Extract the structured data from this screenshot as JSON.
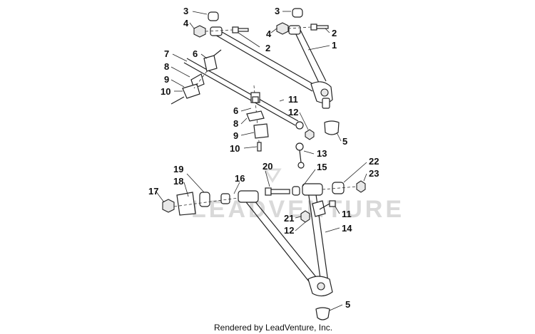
{
  "diagram": {
    "watermark": "LEADVENTURE",
    "footer": "Rendered by LeadVenture, Inc.",
    "callouts": [
      {
        "id": "c3a",
        "text": "3"
      },
      {
        "id": "c4a",
        "text": "4"
      },
      {
        "id": "c3b",
        "text": "3"
      },
      {
        "id": "c4b",
        "text": "4"
      },
      {
        "id": "c2a",
        "text": "2"
      },
      {
        "id": "c2b",
        "text": "2"
      },
      {
        "id": "c1",
        "text": "1"
      },
      {
        "id": "c7",
        "text": "7"
      },
      {
        "id": "c6a",
        "text": "6"
      },
      {
        "id": "c8a",
        "text": "8"
      },
      {
        "id": "c9a",
        "text": "9"
      },
      {
        "id": "c10a",
        "text": "10"
      },
      {
        "id": "c11a",
        "text": "11"
      },
      {
        "id": "c12a",
        "text": "12"
      },
      {
        "id": "c6b",
        "text": "6"
      },
      {
        "id": "c8b",
        "text": "8"
      },
      {
        "id": "c9b",
        "text": "9"
      },
      {
        "id": "c10b",
        "text": "10"
      },
      {
        "id": "c5a",
        "text": "5"
      },
      {
        "id": "c13",
        "text": "13"
      },
      {
        "id": "c19",
        "text": "19"
      },
      {
        "id": "c18",
        "text": "18"
      },
      {
        "id": "c17",
        "text": "17"
      },
      {
        "id": "c16",
        "text": "16"
      },
      {
        "id": "c20",
        "text": "20"
      },
      {
        "id": "c15",
        "text": "15"
      },
      {
        "id": "c22",
        "text": "22"
      },
      {
        "id": "c23",
        "text": "23"
      },
      {
        "id": "c11b",
        "text": "11"
      },
      {
        "id": "c21",
        "text": "21"
      },
      {
        "id": "c12b",
        "text": "12"
      },
      {
        "id": "c14",
        "text": "14"
      },
      {
        "id": "c5b",
        "text": "5"
      }
    ]
  }
}
